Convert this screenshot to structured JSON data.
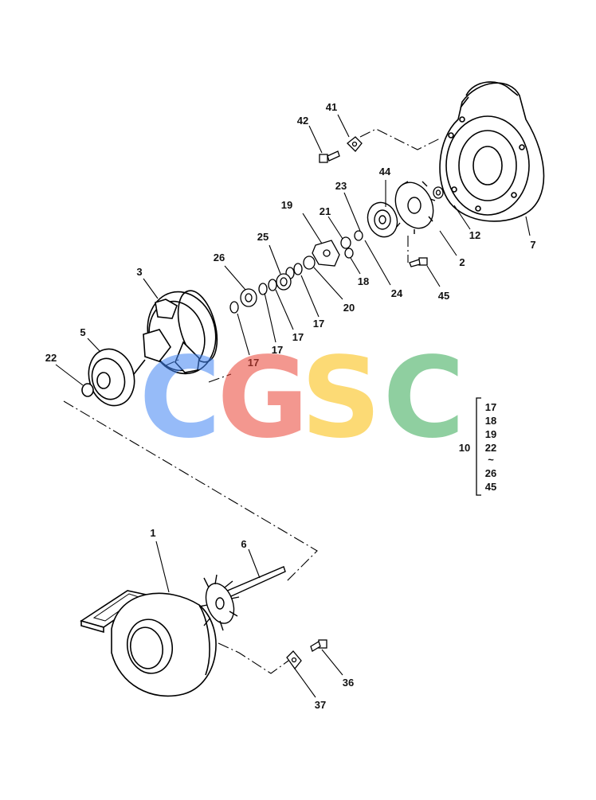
{
  "diagram": {
    "callouts": {
      "c1": "1",
      "c2": "2",
      "c3": "3",
      "c5": "5",
      "c6": "6",
      "c7": "7",
      "c12": "12",
      "c17a": "17",
      "c17b": "17",
      "c17c": "17",
      "c17d": "17",
      "c18": "18",
      "c19": "19",
      "c20": "20",
      "c21": "21",
      "c22": "22",
      "c23": "23",
      "c24": "24",
      "c25": "25",
      "c26": "26",
      "c36": "36",
      "c37": "37",
      "c41": "41",
      "c42": "42",
      "c44": "44",
      "c45": "45"
    },
    "kit": {
      "label": "10",
      "items": [
        "17",
        "18",
        "19",
        "22",
        "~",
        "26",
        "45"
      ]
    },
    "watermark": {
      "letters": [
        "C",
        "G",
        "S",
        "C"
      ],
      "colors": [
        "#4285F4",
        "#EA4335",
        "#FBBC05",
        "#34A853"
      ]
    }
  }
}
